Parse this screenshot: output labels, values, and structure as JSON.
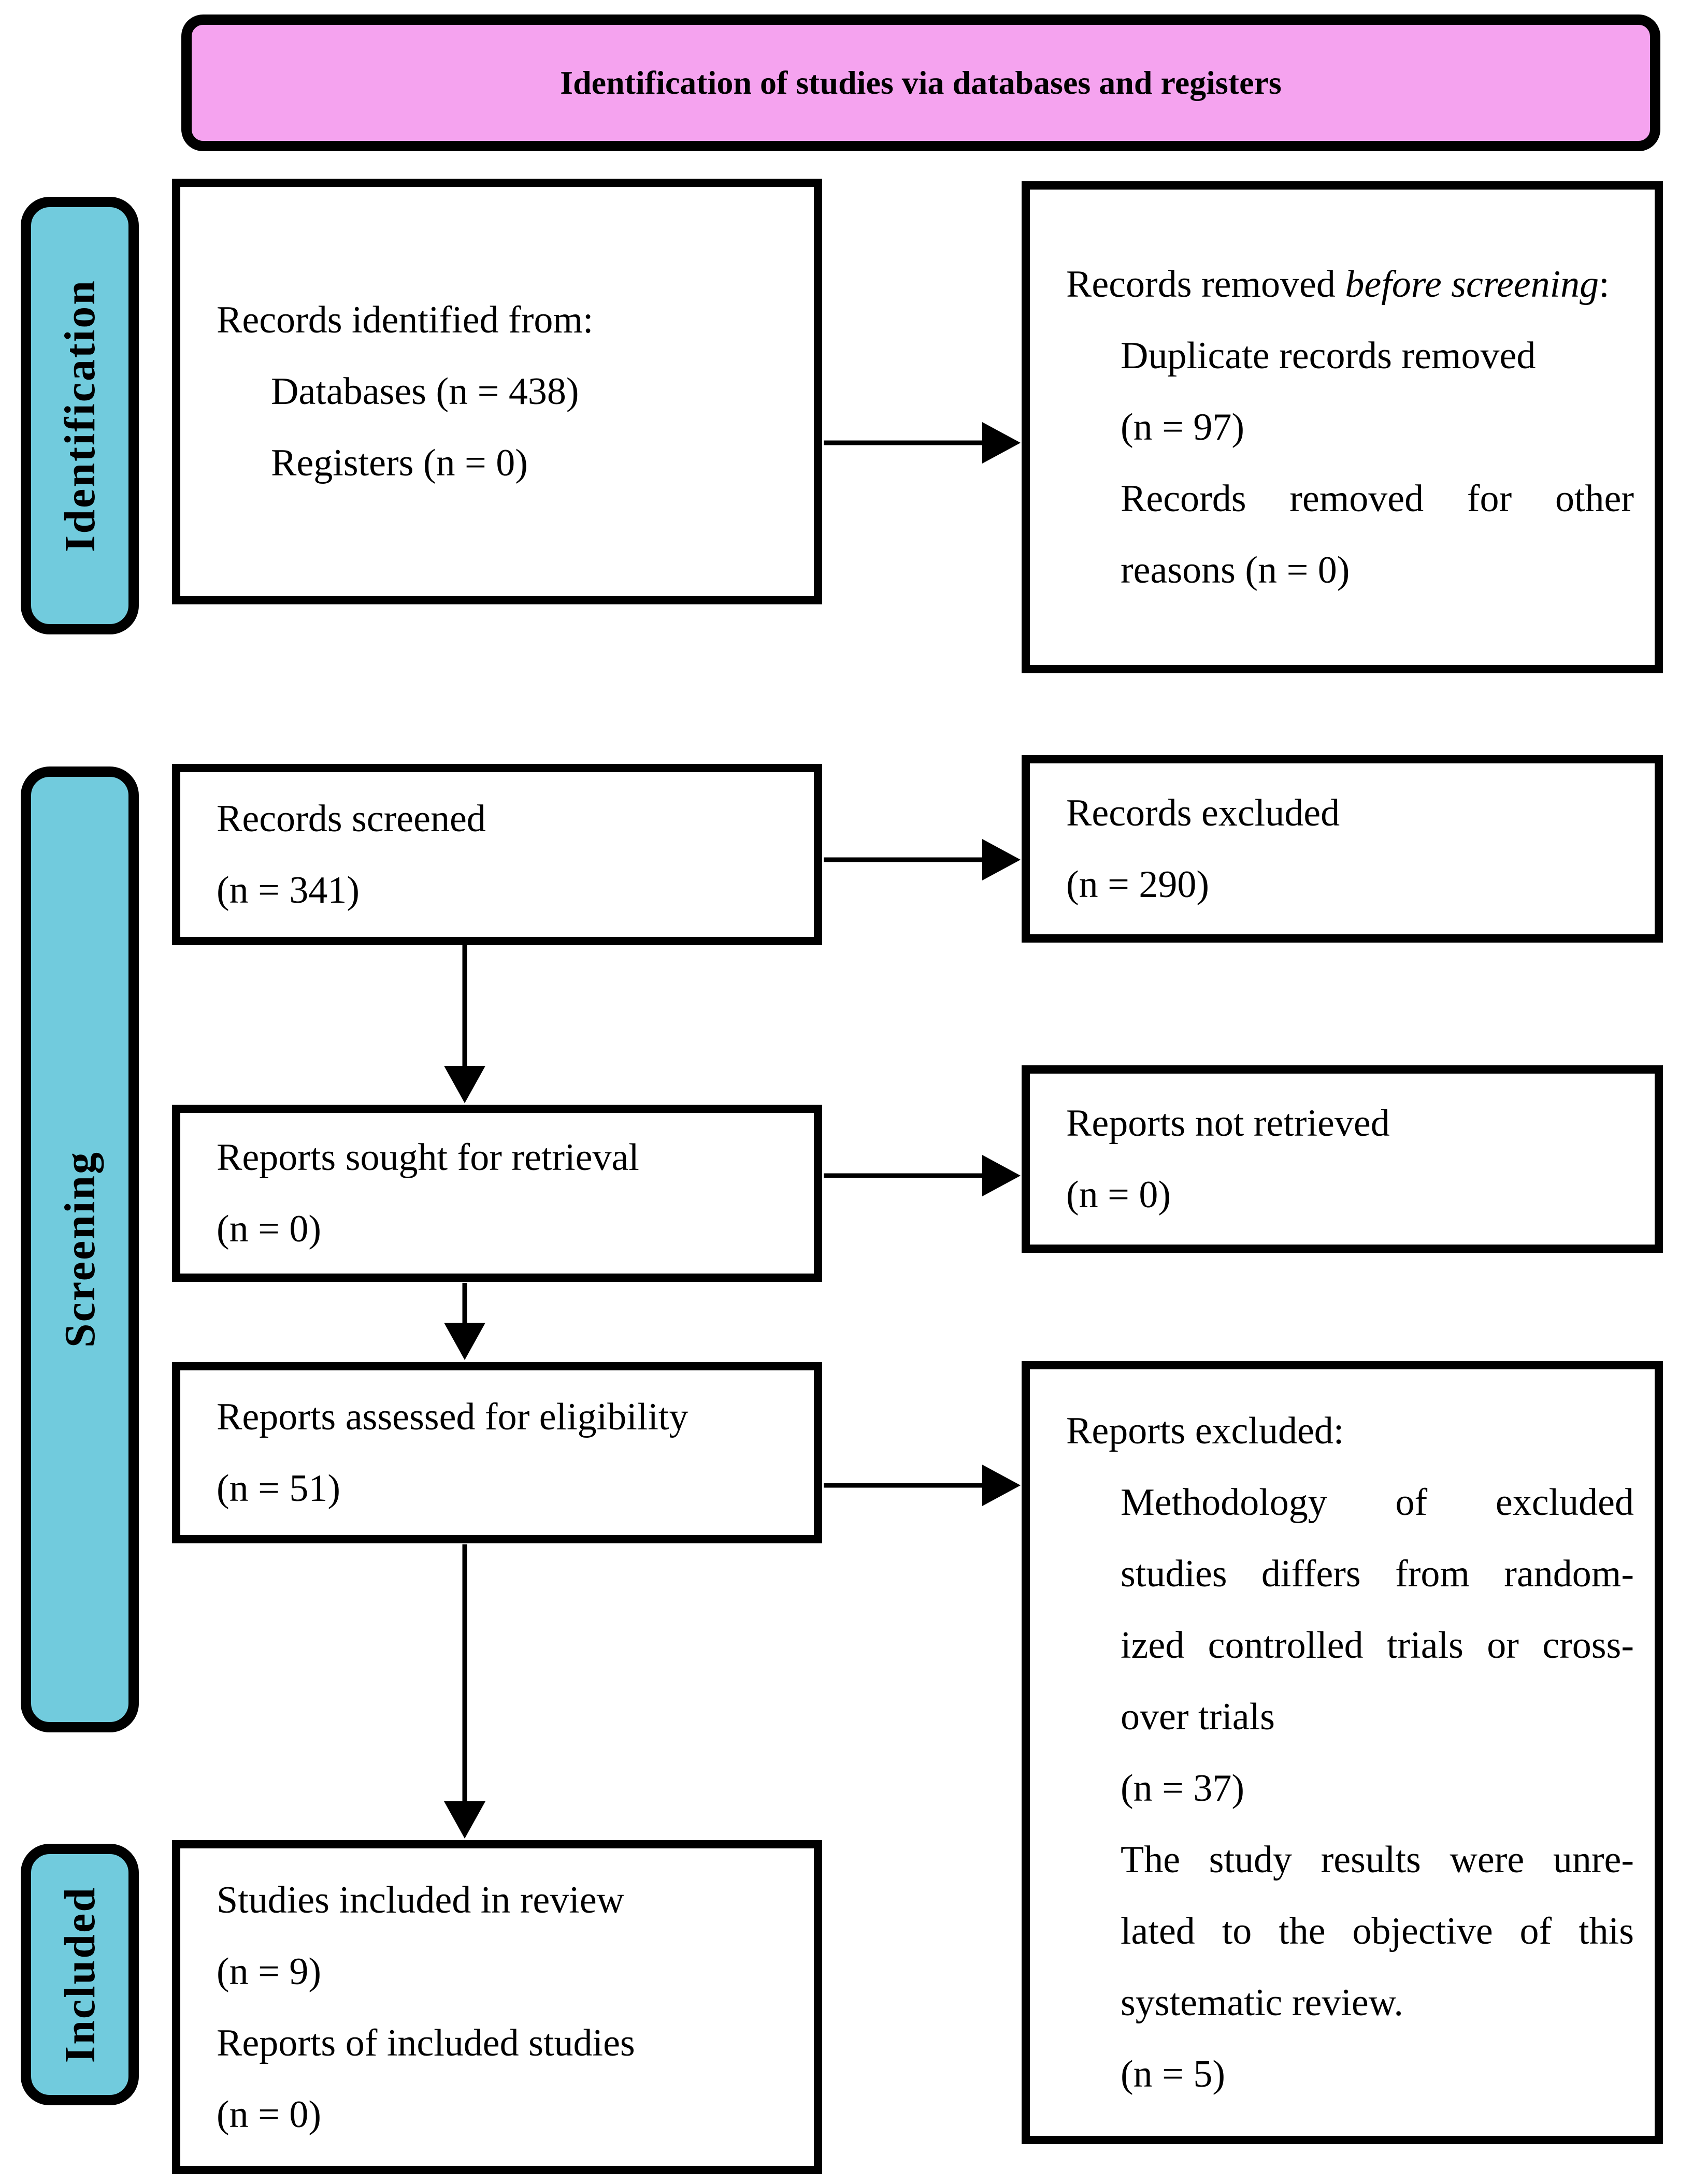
{
  "header": {
    "title": "Identification of studies via databases and registers"
  },
  "colors": {
    "pink": "#f5a3ef",
    "cyan": "#71cbdd",
    "line": "#000000"
  },
  "sidebars": [
    {
      "id": "identification",
      "label": "Identification"
    },
    {
      "id": "screening",
      "label": "Screening"
    },
    {
      "id": "included",
      "label": "Included"
    }
  ],
  "boxes": {
    "records_identified": {
      "lines": [
        {
          "text": "Records identified from:"
        },
        {
          "text": "Databases (n = 438)",
          "indent": true
        },
        {
          "text": "Registers (n = 0)",
          "indent": true
        }
      ]
    },
    "records_removed": {
      "lines": [
        {
          "pre": "Records removed ",
          "italic": "before screening",
          "post": ":"
        },
        {
          "text": "Duplicate records removed",
          "indent": true
        },
        {
          "text": "(n = 97)",
          "indent": true
        },
        {
          "text": "Records removed for other",
          "indent": true,
          "justify": true
        },
        {
          "text": "reasons (n = 0)",
          "indent": true
        }
      ]
    },
    "records_screened": {
      "lines": [
        {
          "text": "Records screened"
        },
        {
          "text": "(n = 341)"
        }
      ]
    },
    "records_excluded": {
      "lines": [
        {
          "text": "Records excluded"
        },
        {
          "text": "(n = 290)"
        }
      ]
    },
    "reports_sought": {
      "lines": [
        {
          "text": "Reports sought for retrieval"
        },
        {
          "text": "(n = 0)"
        }
      ]
    },
    "reports_not_retrieved": {
      "lines": [
        {
          "text": "Reports not retrieved"
        },
        {
          "text": "(n = 0)"
        }
      ]
    },
    "reports_assessed": {
      "lines": [
        {
          "text": "Reports assessed for eligibility"
        },
        {
          "text": "(n = 51)"
        }
      ]
    },
    "reports_excluded": {
      "lines": [
        {
          "text": "Reports excluded:"
        },
        {
          "text": "Methodology of excluded",
          "indent": true,
          "justify": true
        },
        {
          "text": "studies differs from random-",
          "indent": true,
          "justify": true
        },
        {
          "text": "ized controlled trials or cross-",
          "indent": true,
          "justify": true
        },
        {
          "text": "over trials",
          "indent": true
        },
        {
          "text": "(n = 37)",
          "indent": true
        },
        {
          "text": "The study results were unre-",
          "indent": true,
          "justify": true
        },
        {
          "text": "lated to the objective of this",
          "indent": true,
          "justify": true
        },
        {
          "text": "systematic review.",
          "indent": true
        },
        {
          "text": "(n = 5)",
          "indent": true
        }
      ]
    },
    "studies_included": {
      "lines": [
        {
          "text": "Studies included in review"
        },
        {
          "text": "(n = 9)"
        },
        {
          "text": "Reports of included studies"
        },
        {
          "text": "(n = 0)"
        }
      ]
    }
  }
}
